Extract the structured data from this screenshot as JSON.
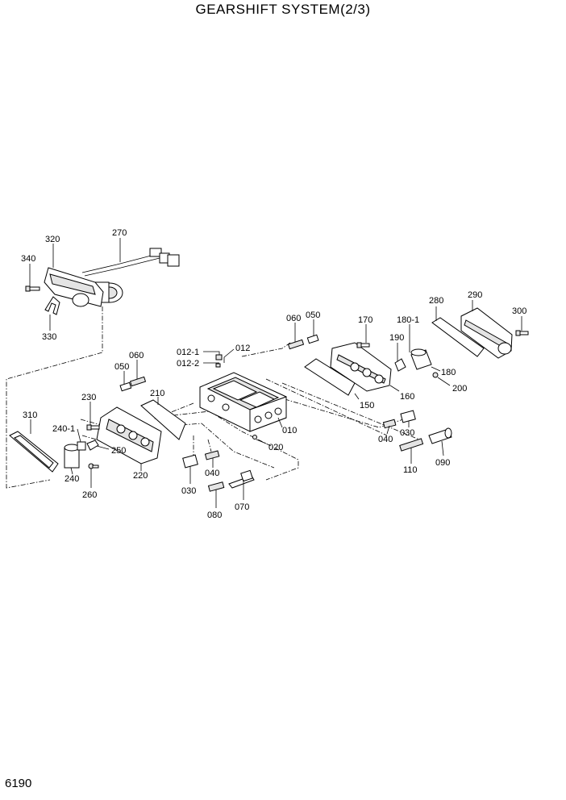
{
  "title": "GEARSHIFT SYSTEM(2/3)",
  "page_number": "6190",
  "callouts": [
    {
      "id": "c320",
      "text": "320"
    },
    {
      "id": "c270",
      "text": "270"
    },
    {
      "id": "c340",
      "text": "340"
    },
    {
      "id": "c330",
      "text": "330"
    },
    {
      "id": "c060a",
      "text": "060"
    },
    {
      "id": "c050a",
      "text": "050"
    },
    {
      "id": "c170",
      "text": "170"
    },
    {
      "id": "c1801",
      "text": "180-1"
    },
    {
      "id": "c280",
      "text": "280"
    },
    {
      "id": "c290",
      "text": "290"
    },
    {
      "id": "c300",
      "text": "300"
    },
    {
      "id": "c0121",
      "text": "012-1"
    },
    {
      "id": "c012",
      "text": "012"
    },
    {
      "id": "c0122",
      "text": "012-2"
    },
    {
      "id": "c190",
      "text": "190"
    },
    {
      "id": "c060b",
      "text": "060"
    },
    {
      "id": "c050b",
      "text": "050"
    },
    {
      "id": "c180",
      "text": "180"
    },
    {
      "id": "c200",
      "text": "200"
    },
    {
      "id": "c160",
      "text": "160"
    },
    {
      "id": "c150",
      "text": "150"
    },
    {
      "id": "c230",
      "text": "230"
    },
    {
      "id": "c210",
      "text": "210"
    },
    {
      "id": "c010",
      "text": "010"
    },
    {
      "id": "c310",
      "text": "310"
    },
    {
      "id": "c2401",
      "text": "240-1"
    },
    {
      "id": "c250",
      "text": "250"
    },
    {
      "id": "c020",
      "text": "020"
    },
    {
      "id": "c040a",
      "text": "040"
    },
    {
      "id": "c030a",
      "text": "030"
    },
    {
      "id": "c240",
      "text": "240"
    },
    {
      "id": "c220",
      "text": "220"
    },
    {
      "id": "c040b",
      "text": "040"
    },
    {
      "id": "c110",
      "text": "110"
    },
    {
      "id": "c090",
      "text": "090"
    },
    {
      "id": "c260",
      "text": "260"
    },
    {
      "id": "c030b",
      "text": "030"
    },
    {
      "id": "c070",
      "text": "070"
    },
    {
      "id": "c080",
      "text": "080"
    }
  ]
}
